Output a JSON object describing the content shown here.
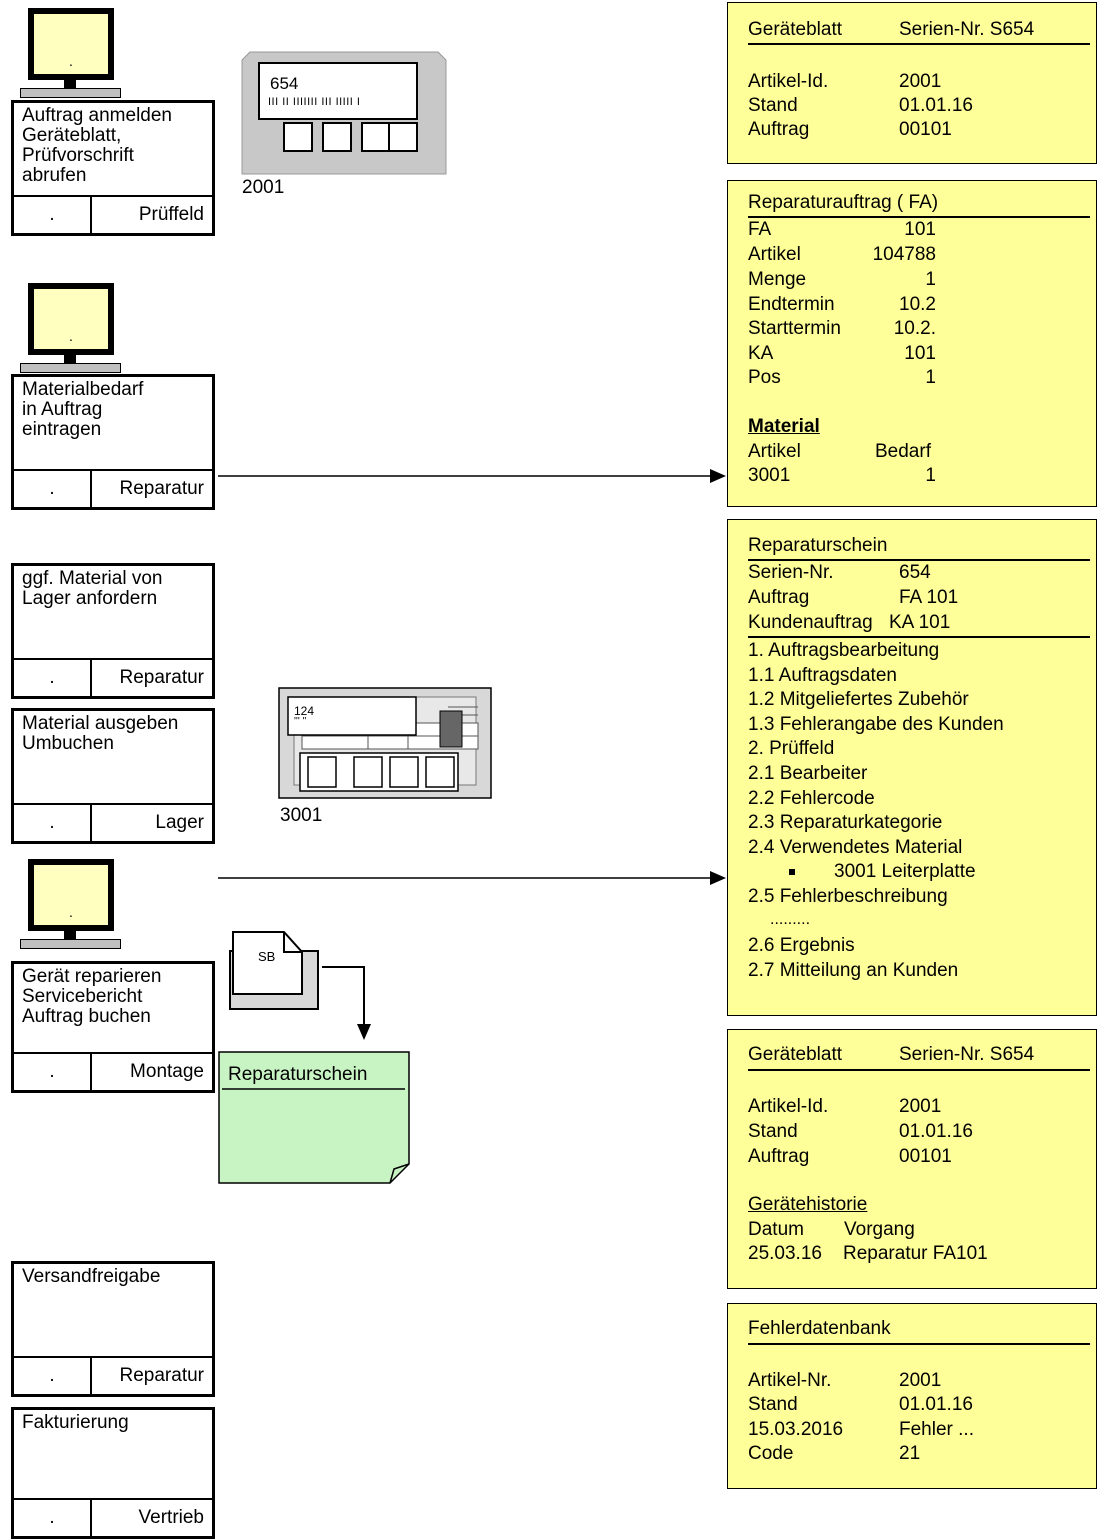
{
  "steps": [
    {
      "text": "Auftrag anmelden\nGeräteblatt,\nPrüfvorschrift\nabrufen",
      "dot": ".",
      "dept": "Prüffeld"
    },
    {
      "text": "Materialbedarf\nin Auftrag\neintragen",
      "dot": ".",
      "dept": "Reparatur"
    },
    {
      "text": "ggf. Material von\nLager anfordern",
      "dot": ".",
      "dept": "Reparatur"
    },
    {
      "text": "Material ausgeben\nUmbuchen",
      "dot": ".",
      "dept": "Lager"
    },
    {
      "text": "Gerät reparieren\nServicebericht\nAuftrag buchen",
      "dot": ".",
      "dept": "Montage"
    },
    {
      "text": "Versandfreigabe",
      "dot": ".",
      "dept": "Reparatur"
    },
    {
      "text": "Fakturierung",
      "dot": ".",
      "dept": "Vertrieb"
    }
  ],
  "computers": [
    {
      "screen": "."
    },
    {
      "screen": "."
    },
    {
      "screen": "."
    }
  ],
  "device1": {
    "display": "654",
    "barcode": "III II IIIIIII III IIIII I",
    "label": "2001"
  },
  "device2": {
    "display": "124",
    "barcode": "''' ''",
    "label": "3001"
  },
  "document_icon": {
    "label": "SB"
  },
  "repair_note": {
    "title": "Reparaturschein"
  },
  "panel1": {
    "title": "Geräteblatt",
    "serial": "Serien-Nr. S654",
    "rows": [
      [
        "Artikel-Id.",
        "2001"
      ],
      [
        "Stand",
        "01.01.16"
      ],
      [
        "Auftrag",
        "00101"
      ]
    ]
  },
  "panel2": {
    "title": "Reparaturauftrag ( FA)",
    "rows": [
      [
        "FA",
        "101"
      ],
      [
        "Artikel",
        "104788"
      ],
      [
        "Menge",
        "1"
      ],
      [
        "Endtermin",
        "10.2"
      ],
      [
        "Starttermin",
        "10.2."
      ],
      [
        "KA",
        "101"
      ],
      [
        "Pos",
        "1"
      ]
    ],
    "material_heading": "Material",
    "material_header": [
      "Artikel",
      "Bedarf"
    ],
    "material_rows": [
      [
        "3001",
        "1"
      ]
    ]
  },
  "panel3": {
    "title": "Reparaturschein",
    "header_rows": [
      [
        "Serien-Nr.",
        "654"
      ],
      [
        "Auftrag",
        "FA 101"
      ],
      [
        "Kundenauftrag",
        "KA 101"
      ]
    ],
    "items": [
      "1. Auftragsbearbeitung",
      "1.1 Auftragsdaten",
      "1.2 Mitgeliefertes Zubehör",
      "1.3 Fehlerangabe des Kunden",
      "2. Prüffeld",
      "2.1 Bearbeiter",
      "2.2 Fehlercode",
      "2.3 Reparaturkategorie",
      "2.4 Verwendetes Material"
    ],
    "bullet_item": "3001 Leiterplatte",
    "items_after": [
      "2.5 Fehlerbeschreibung",
      ".........",
      "2.6 Ergebnis",
      "2.7 Mitteilung an Kunden"
    ]
  },
  "panel4": {
    "title": "Geräteblatt",
    "serial": "Serien-Nr. S654",
    "rows": [
      [
        "Artikel-Id.",
        "2001"
      ],
      [
        "Stand",
        "01.01.16"
      ],
      [
        "Auftrag",
        "00101"
      ]
    ],
    "history_heading": "Gerätehistorie",
    "history_header": [
      "Datum",
      "Vorgang"
    ],
    "history_rows": [
      [
        "25.03.16",
        "Reparatur FA101"
      ]
    ]
  },
  "panel5": {
    "title": "Fehlerdatenbank",
    "rows": [
      [
        "Artikel-Nr.",
        "2001"
      ],
      [
        "Stand",
        "01.01.16"
      ],
      [
        "15.03.2016",
        "Fehler ..."
      ],
      [
        "Code",
        "21"
      ]
    ]
  }
}
